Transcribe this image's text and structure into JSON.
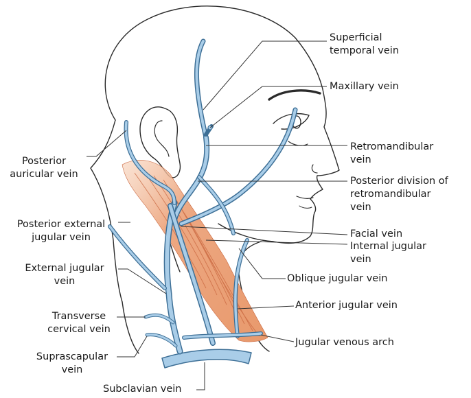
{
  "labels": {
    "superficial_temporal": [
      "Superficial",
      "temporal vein"
    ],
    "maxillary": [
      "Maxillary vein"
    ],
    "retromandibular": [
      "Retromandibular",
      "vein"
    ],
    "posterior_division": [
      "Posterior division of",
      "retromandibular",
      "vein"
    ],
    "facial": [
      "Facial vein"
    ],
    "internal_jugular": [
      "Internal jugular",
      "vein"
    ],
    "oblique_jugular": [
      "Oblique jugular vein"
    ],
    "anterior_jugular": [
      "Anterior jugular vein"
    ],
    "jugular_venous_arch": [
      "Jugular venous arch"
    ],
    "posterior_auricular": [
      "Posterior",
      "auricular vein"
    ],
    "posterior_external_jugular": [
      "Posterior external",
      "jugular vein"
    ],
    "external_jugular": [
      "External jugular",
      "vein"
    ],
    "transverse_cervical": [
      "Transverse",
      "cervical vein"
    ],
    "suprascapular": [
      "Suprascapular",
      "vein"
    ],
    "subclavian": [
      "Subclavian vein"
    ]
  },
  "colors": {
    "vein": "#a9cde8",
    "vein_outline": "#3d6f96",
    "muscle": "#eda882",
    "muscle_fiber": "#c8643c",
    "outline": "#2a2a2a",
    "leader": "#333333"
  }
}
